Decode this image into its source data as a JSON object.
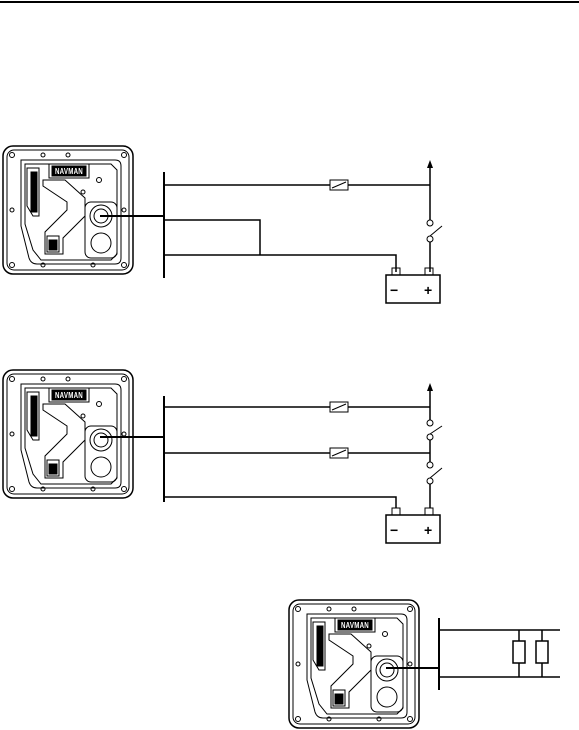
{
  "device": {
    "brand": "NAVMAN"
  },
  "battery": {
    "negative_label": "−",
    "positive_label": "+"
  },
  "diagrams": [
    {
      "id": "diagram-1",
      "device_count": 1
    },
    {
      "id": "diagram-2",
      "device_count": 1
    },
    {
      "id": "diagram-3",
      "device_count": 1
    }
  ]
}
